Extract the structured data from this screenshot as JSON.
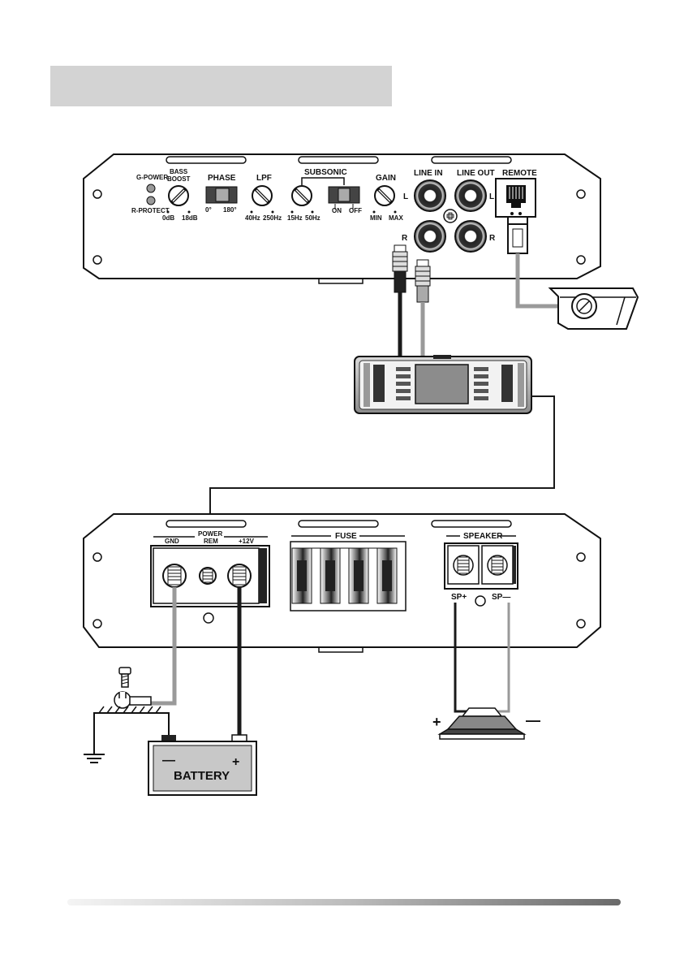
{
  "amp_top": {
    "g_power": "G-POWER",
    "r_protect": "R-PROTECT",
    "bass_boost": "BASS\nBOOST",
    "bass_boost_min": "0dB",
    "bass_boost_max": "18dB",
    "phase": "PHASE",
    "phase_0": "0°",
    "phase_180": "180°",
    "lpf": "LPF",
    "lpf_min": "40Hz",
    "lpf_max": "250Hz",
    "subsonic": "SUBSONIC",
    "subsonic_min": "15Hz",
    "subsonic_max": "50Hz",
    "subsonic_on": "ON",
    "subsonic_off": "OFF",
    "gain": "GAIN",
    "gain_min": "MIN",
    "gain_max": "MAX",
    "line_in": "LINE IN",
    "line_out": "LINE OUT",
    "remote": "REMOTE",
    "l": "L",
    "r": "R"
  },
  "amp_bottom": {
    "power": "POWER",
    "gnd": "GND",
    "rem": "REM",
    "v12": "+12V",
    "fuse": "FUSE",
    "speaker": "SPEAKER",
    "sp_plus": "SP+",
    "sp_minus": "SP—"
  },
  "battery": {
    "label": "BATTERY",
    "minus": "—",
    "plus": "+"
  },
  "speaker_polarity": {
    "plus": "+",
    "minus": "—"
  },
  "colors": {
    "wire_black": "#1a1a1a",
    "wire_gray": "#9a9a9a",
    "title_bar": "#d3d3d3",
    "outline": "#111111"
  },
  "icons": [
    "screw-icon",
    "ring-terminal-icon",
    "ground-symbol-icon",
    "speaker-icon",
    "head-unit-icon",
    "remote-bass-knob-icon",
    "rca-plug-icon"
  ]
}
